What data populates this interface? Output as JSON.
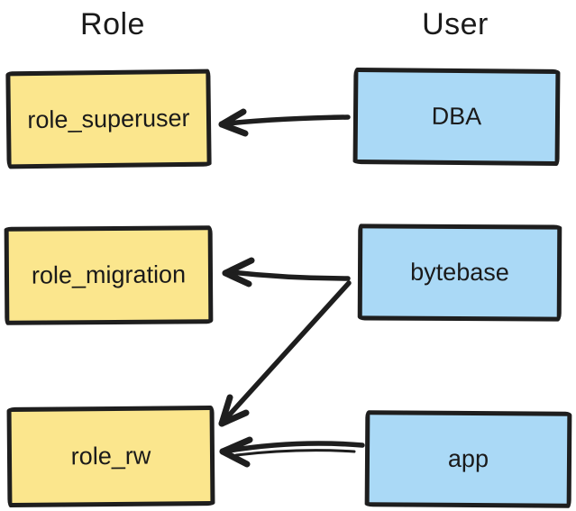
{
  "headers": {
    "role": "Role",
    "user": "User"
  },
  "roles": [
    {
      "label": "role_superuser"
    },
    {
      "label": "role_migration"
    },
    {
      "label": "role_rw"
    }
  ],
  "users": [
    {
      "label": "DBA"
    },
    {
      "label": "bytebase"
    },
    {
      "label": "app"
    }
  ],
  "edges": [
    {
      "from": "DBA",
      "to": "role_superuser"
    },
    {
      "from": "bytebase",
      "to": "role_migration"
    },
    {
      "from": "bytebase",
      "to": "role_rw"
    },
    {
      "from": "app",
      "to": "role_rw"
    }
  ],
  "colors": {
    "role_box_fill": "#fbe68d",
    "user_box_fill": "#aad9f6",
    "stroke": "#1e1e1e",
    "text": "#1a1a1a",
    "background": "#ffffff"
  }
}
